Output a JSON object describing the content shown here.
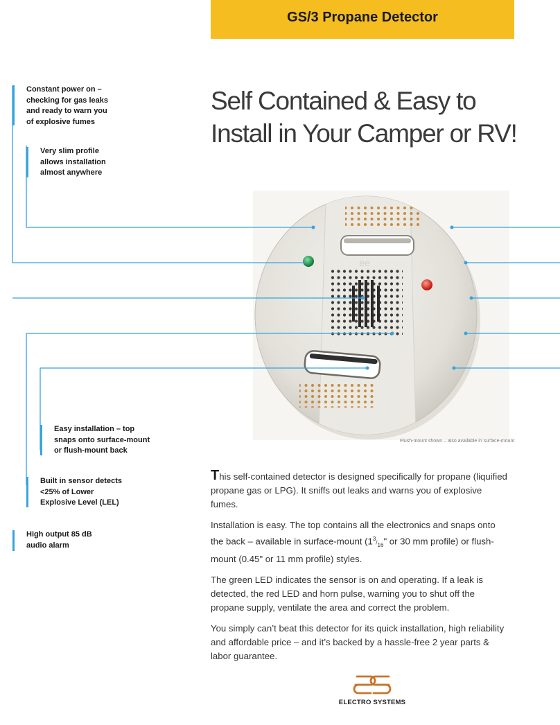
{
  "banner": {
    "title": "GS/3 Propane Detector"
  },
  "headline": {
    "line1": "Self Contained & Easy to",
    "line2": "Install in Your Camper or RV!"
  },
  "callouts": [
    {
      "lines": [
        "Constant power on –",
        "checking for gas leaks",
        "and ready to warn you",
        "of explosive fumes"
      ]
    },
    {
      "lines": [
        "Very slim profile",
        "allows installation",
        "almost anywhere"
      ]
    },
    {
      "lines": [
        "Easy installation – top",
        "snaps onto surface-mount",
        "or flush-mount back"
      ]
    },
    {
      "lines": [
        "Built in sensor detects",
        "<25% of Lower",
        "Explosive Level (LEL)"
      ]
    },
    {
      "lines": [
        "High output 85 dB",
        "audio alarm"
      ]
    }
  ],
  "photo": {
    "caption": "Flush-mount shown – also available in surface-mount",
    "icon": "propane-detector-photo"
  },
  "body": {
    "p1_dropcap": "T",
    "p1_rest": "his self-contained detector is designed specifically for propane (liquified propane gas or LPG). It sniffs out leaks and warns you of explosive fumes.",
    "p2_a": "Installation is easy. The top contains all the electronics and snaps onto the back – available in surface-mount (1",
    "p2_frac_num": "3",
    "p2_frac_den": "16",
    "p2_b": "\" or 30 mm profile) or flush-mount (0.45\" or 11 mm profile) styles.",
    "p3": "The green LED indicates the sensor is on and operating. If a leak is detected, the red LED and horn pulse, warning you to shut off the propane supply, ventilate the area and correct the problem.",
    "p4": "You simply can’t beat this detector for its quick installation, high reliability and affordable price – and it’s backed by a hassle-free 2 year parts & labor guarantee."
  },
  "logo": {
    "text": "ELECTRO SYSTEMS",
    "icon": "electro-systems-logo"
  },
  "colors": {
    "banner": "#f5bd1f",
    "accent": "#36a4dc",
    "logo": "#c8742c"
  }
}
